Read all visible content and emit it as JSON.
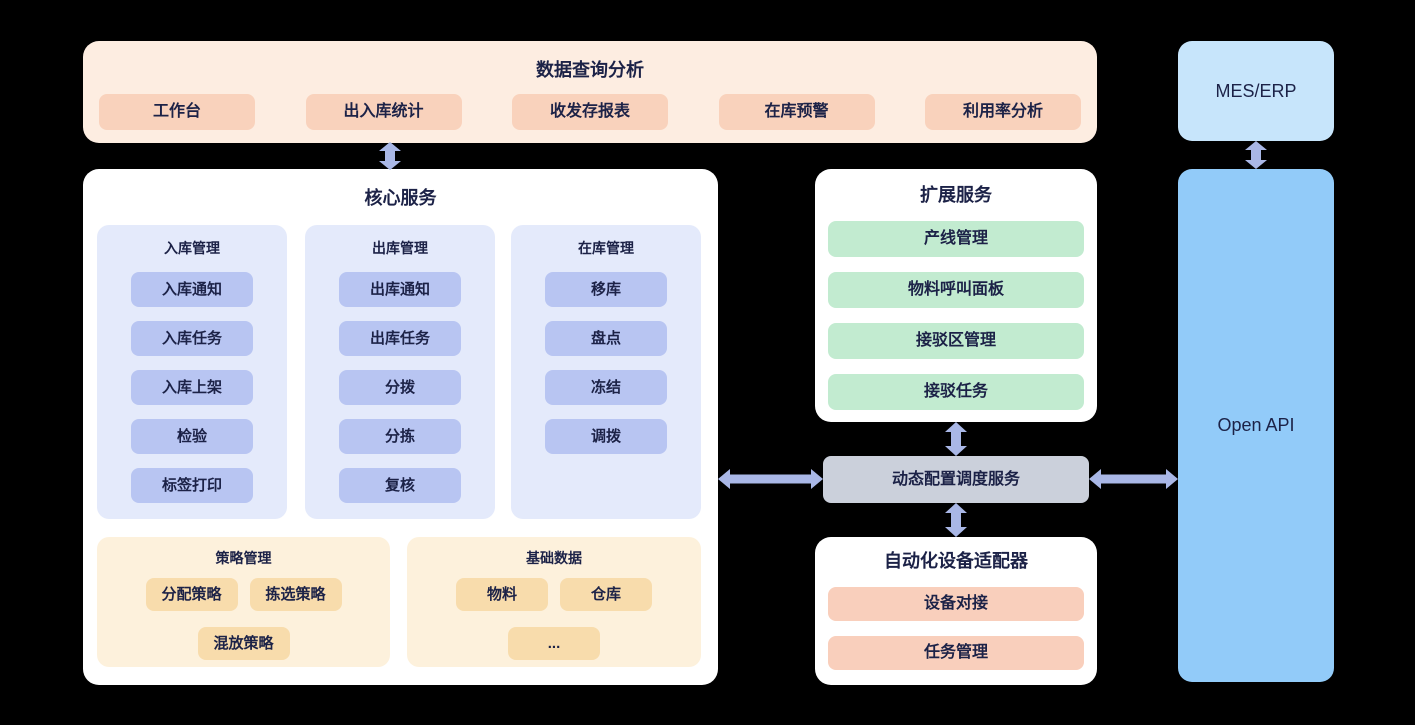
{
  "colors": {
    "background": "#000000",
    "text": "#1C2247",
    "banner_bg": "#FDEDE1",
    "banner_chip": "#F9D2BC",
    "core_column_bg": "#E4EAFB",
    "core_chip": "#B8C5F2",
    "strategy_bg": "#FDF1DC",
    "strategy_chip": "#F8DCAC",
    "extended_chip": "#C2EBD0",
    "scheduler_bg": "#CBD0DB",
    "adapter_chip": "#F9CFBC",
    "mes_bg": "#C7E5FB",
    "open_api_bg": "#92CBF9",
    "arrow": "#A9B7E6"
  },
  "top_banner": {
    "title": "数据查询分析",
    "items": [
      "工作台",
      "出入库统计",
      "收发存报表",
      "在库预警",
      "利用率分析"
    ]
  },
  "core": {
    "title": "核心服务",
    "columns": [
      {
        "title": "入库管理",
        "items": [
          "入库通知",
          "入库任务",
          "入库上架",
          "检验",
          "标签打印"
        ]
      },
      {
        "title": "出库管理",
        "items": [
          "出库通知",
          "出库任务",
          "分拨",
          "分拣",
          "复核"
        ]
      },
      {
        "title": "在库管理",
        "items": [
          "移库",
          "盘点",
          "冻结",
          "调拨"
        ]
      }
    ],
    "strategy": {
      "title": "策略管理",
      "row1": [
        "分配策略",
        "拣选策略"
      ],
      "row2": [
        "混放策略"
      ]
    },
    "basedata": {
      "title": "基础数据",
      "row1": [
        "物料",
        "仓库"
      ],
      "row2": [
        "..."
      ]
    }
  },
  "extended": {
    "title": "扩展服务",
    "items": [
      "产线管理",
      "物料呼叫面板",
      "接驳区管理",
      "接驳任务"
    ]
  },
  "scheduler": {
    "label": "动态配置调度服务"
  },
  "adapter": {
    "title": "自动化设备适配器",
    "items": [
      "设备对接",
      "任务管理"
    ]
  },
  "mes": {
    "label": "MES/ERP"
  },
  "open_api": {
    "label": "Open API"
  }
}
